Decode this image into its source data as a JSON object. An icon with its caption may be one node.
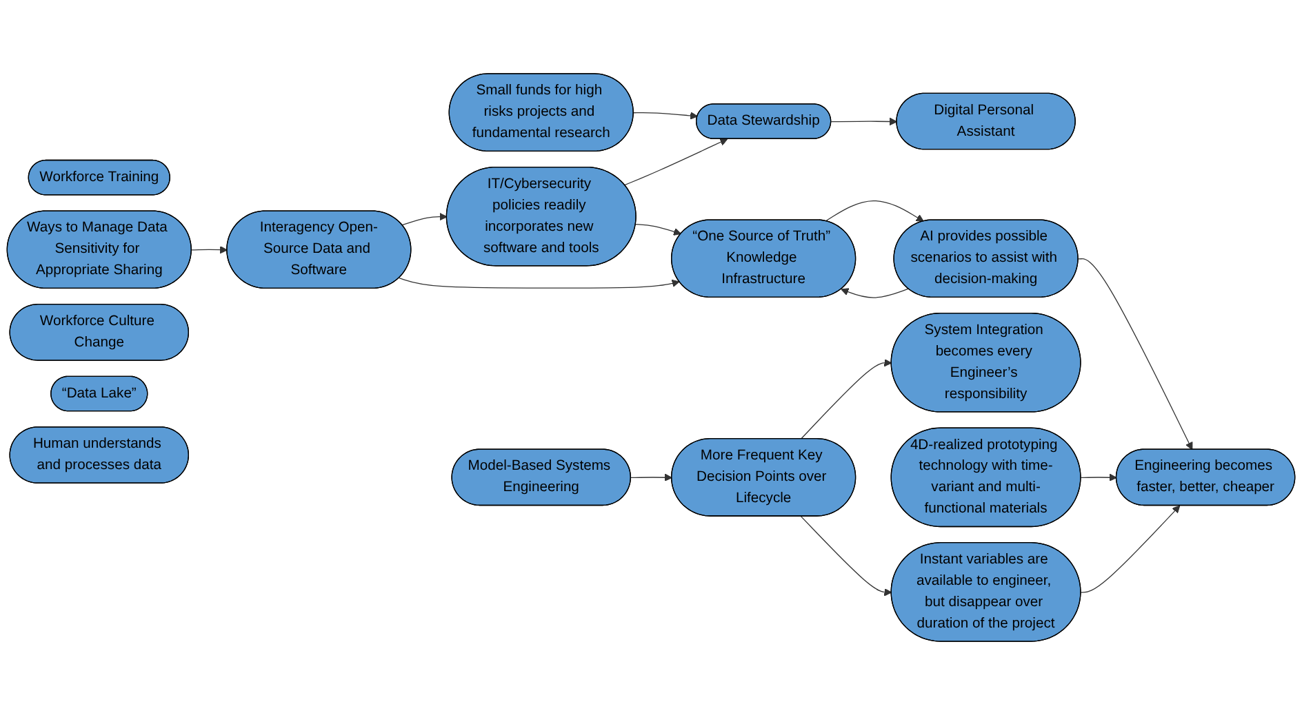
{
  "diagram": {
    "nodes": [
      {
        "text": [
          "Small funds for high risks projects and fundamental research"
        ]
      },
      {
        "text": [
          "Workforce Training"
        ]
      },
      {
        "text": [
          "Ways to Manage Data Sensitivity for Appropriate Sharing"
        ]
      },
      {
        "text": [
          "Interagency Open-Source Data and Software"
        ]
      },
      {
        "text": [
          "Data Stewardship"
        ]
      },
      {
        "text": [
          "Workforce Culture Change"
        ]
      },
      {
        "text": [
          "IT/Cybersecurity policies readily incorporates new software and tools"
        ]
      },
      {
        "text": [
          "Digital Personal Assistant"
        ]
      },
      {
        "text": [
          "“Data Lake”"
        ]
      },
      {
        "text": [
          "AI provides possible scenarios to assist with decision-making"
        ]
      },
      {
        "text": [
          "Human understands and processes data"
        ]
      },
      {
        "text": [
          "“One Source of Truth” Knowledge Infrastructure"
        ]
      },
      {
        "text": [
          "System Integration becomes every Engineer’s responsibility"
        ]
      },
      {
        "text": [
          "4D-realized prototyping technology with time-variant and multi-functional materials"
        ]
      },
      {
        "text": [
          "More Frequent Key Decision Points over Lifecycle"
        ]
      },
      {
        "text": [
          "Engineering becomes faster, better, cheaper"
        ]
      },
      {
        "text": [
          "Model-Based Systems Engineering"
        ]
      },
      {
        "text": [
          "Instant variables are available to engineer, but disappear over duration of the project"
        ]
      }
    ],
    "edges": [
      {
        "from": 0,
        "to": 4,
        "arrow": "to"
      },
      {
        "from": 2,
        "to": 3,
        "arrow": "to"
      },
      {
        "from": 3,
        "to": 6,
        "arrow": "to"
      },
      {
        "from": 6,
        "to": 4,
        "arrow": "to"
      },
      {
        "from": 4,
        "to": 7,
        "arrow": "to"
      },
      {
        "from": 6,
        "to": 11,
        "arrow": "to"
      },
      {
        "from": 3,
        "to": 11,
        "arrow": "to"
      },
      {
        "from": 9,
        "to": 11,
        "arrow": "to"
      },
      {
        "from": 11,
        "to": 9,
        "arrow": "to"
      },
      {
        "from": 9,
        "to": 15,
        "arrow": "to"
      },
      {
        "from": 13,
        "to": 15,
        "arrow": "to"
      },
      {
        "from": 17,
        "to": 15,
        "arrow": "to"
      },
      {
        "from": 16,
        "to": 14,
        "arrow": "to"
      },
      {
        "from": 14,
        "to": 12,
        "arrow": "to"
      },
      {
        "from": 14,
        "to": 17,
        "arrow": "to"
      }
    ]
  }
}
